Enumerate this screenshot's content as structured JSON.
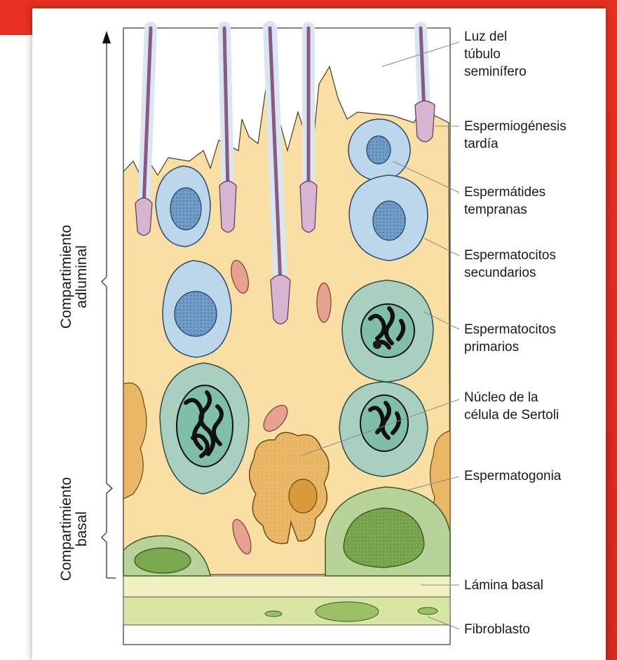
{
  "labels": {
    "luz": [
      "Luz del",
      "túbulo",
      "seminífero"
    ],
    "espermiogenesis": [
      "Espermiogénesis",
      "tardía"
    ],
    "espermatides": [
      "Espermátides",
      "tempranas"
    ],
    "sec": [
      "Espermatocitos",
      "secundarios"
    ],
    "prim": [
      "Espermatocitos",
      "primarios"
    ],
    "sertoli": [
      "Núcleo de la",
      "célula de Sertoli"
    ],
    "espermatogonia": "Espermatogonia",
    "lamina": "Lámina basal",
    "fibroblasto": "Fibroblasto"
  },
  "compartments": {
    "adluminal": [
      "Compartimiento",
      "adluminal"
    ],
    "basal": [
      "Compartimiento",
      "basal"
    ]
  },
  "colors": {
    "frame": "#e53022",
    "sertoli_cytoplasm": "#f9dfa3",
    "early_cell": "#bcd6ec",
    "primary_cell": "#a8cfc0",
    "spermatogonia": "#b7d39a",
    "sertoli_nucleus": "#eab766",
    "mitochondria": "#e8a08f",
    "sperm_tail": "#8a5a83",
    "basal_lamina": "#f3f0c2",
    "fibroblast_layer": "#d8e5a3"
  }
}
